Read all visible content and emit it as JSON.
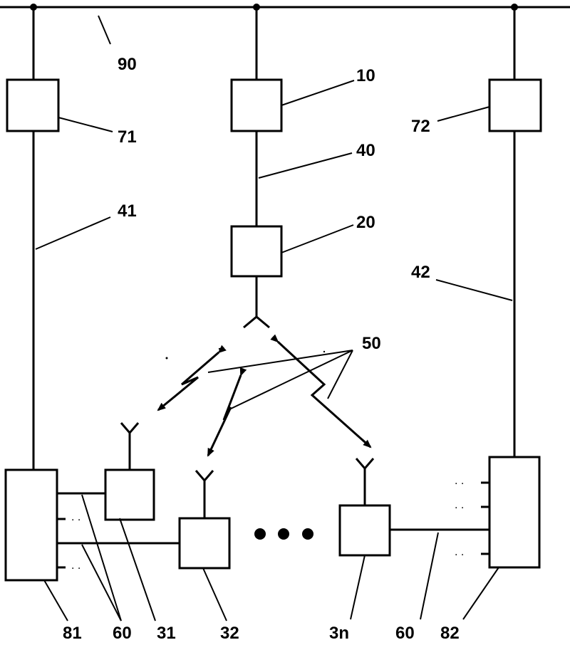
{
  "labels": {
    "bus": "90",
    "unit_10": "10",
    "unit_20": "20",
    "unit_71": "71",
    "unit_72": "72",
    "line_40": "40",
    "line_41": "41",
    "line_42": "42",
    "radio_links": "50",
    "node_81": "81",
    "node_82": "82",
    "wire_60_left": "60",
    "wire_60_right": "60",
    "station_31": "31",
    "station_32": "32",
    "station_3n": "3n"
  }
}
